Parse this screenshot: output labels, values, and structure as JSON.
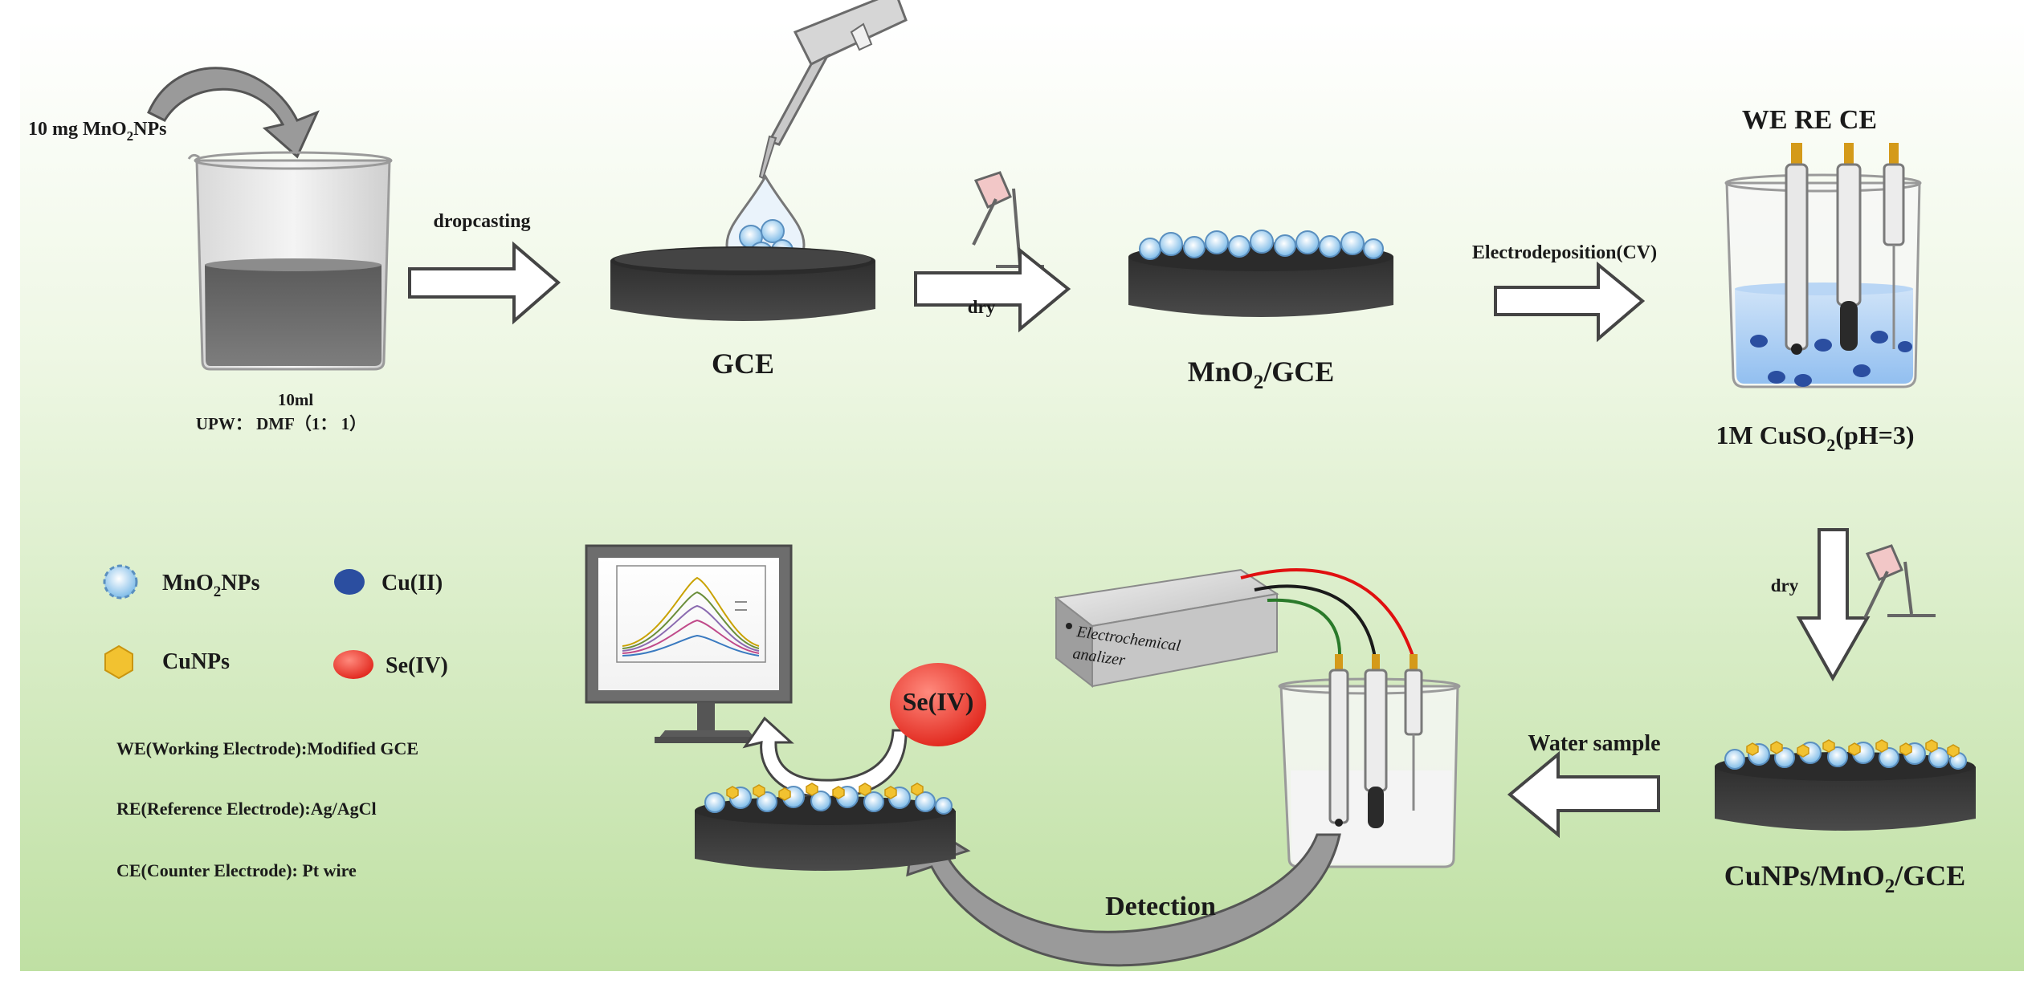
{
  "reagent": {
    "main": "10 mg MnO",
    "sub": "2",
    "tail": "NPs"
  },
  "beaker_caption": {
    "line1": "10ml",
    "line2": "UPW： DMF（1： 1）"
  },
  "steps": {
    "dropcasting": "dropcasting",
    "dry1": "dry",
    "electrodeposition": "Electrodeposition(CV)",
    "dry2": "dry",
    "water_sample": "Water sample",
    "detection": "Detection"
  },
  "electrodes_label": "WE RE CE",
  "electrolyte": {
    "main": "1M CuSO",
    "sub": "2",
    "tail": "(pH=3)"
  },
  "stages": {
    "gce": "GCE",
    "mno2_gce": {
      "main": "MnO",
      "sub": "2",
      "tail": "/GCE"
    },
    "cunps_gce": {
      "main": "CuNPs/MnO",
      "sub": "2",
      "tail": "/GCE"
    }
  },
  "target_label": "Se(IV)",
  "analyzer": {
    "line1": "Electrochemical",
    "line2": "analizer"
  },
  "legend": {
    "mno2": {
      "main": "MnO",
      "sub": "2",
      "tail": "NPs"
    },
    "cu2": "Cu(II)",
    "cunps": "CuNPs",
    "se4": "Se(IV)"
  },
  "notes": [
    "WE(Working Electrode):Modified GCE",
    "RE(Reference Electrode):Ag/AgCl",
    "CE(Counter Electrode): Pt wire"
  ],
  "colors": {
    "background_top": "#ffffff",
    "background_bottom": "#bfe0a3",
    "electrode_body": "#3a3a3a",
    "mno2_particle": "#8fc8ef",
    "cu2_ion": "#2b4ea0",
    "cunp": "#f2c230",
    "se4": "#e8342a",
    "red_lead": "#e01010",
    "green_lead": "#2a7a2a"
  }
}
